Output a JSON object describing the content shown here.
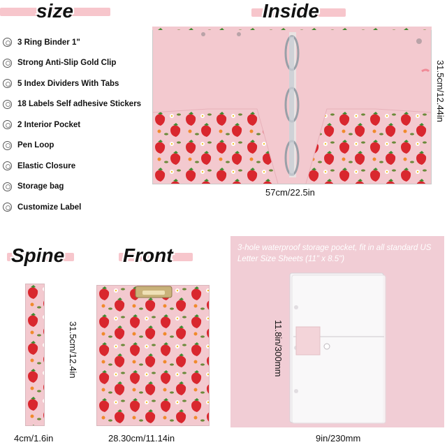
{
  "titles": {
    "size": "size",
    "inside": "Inside",
    "spine": "Spine",
    "front": "Front"
  },
  "features": [
    "3 Ring Binder 1\"",
    "Strong Anti-Slip Gold Clip",
    "5 Index Dividers With Tabs",
    "18 Labels Self adhesive Stickers",
    "2 Interior Pocket",
    "Pen Loop",
    "Elastic Closure",
    "Storage bag",
    "Customize Label"
  ],
  "dimensions": {
    "inside_width": "57cm/22.5in",
    "inside_height": "31.5cm/12.44in",
    "spine_width": "4cm/1.6in",
    "front_width": "28.30cm/11.14in",
    "front_height": "31.5cm/12.4in",
    "pocket_height": "11.8in/300mm",
    "pocket_width": "9in/230mm"
  },
  "pocket": {
    "caption": "3-hole waterproof  storage pocket, fit in all standard US Letter Size Sheets (11\" x 8.5\")"
  },
  "colors": {
    "pink_bg": "#f3c9cf",
    "title_bar": "#f7c6cc",
    "strawberry": "#d9272e",
    "pocket_panel": "#f1cdd5"
  }
}
